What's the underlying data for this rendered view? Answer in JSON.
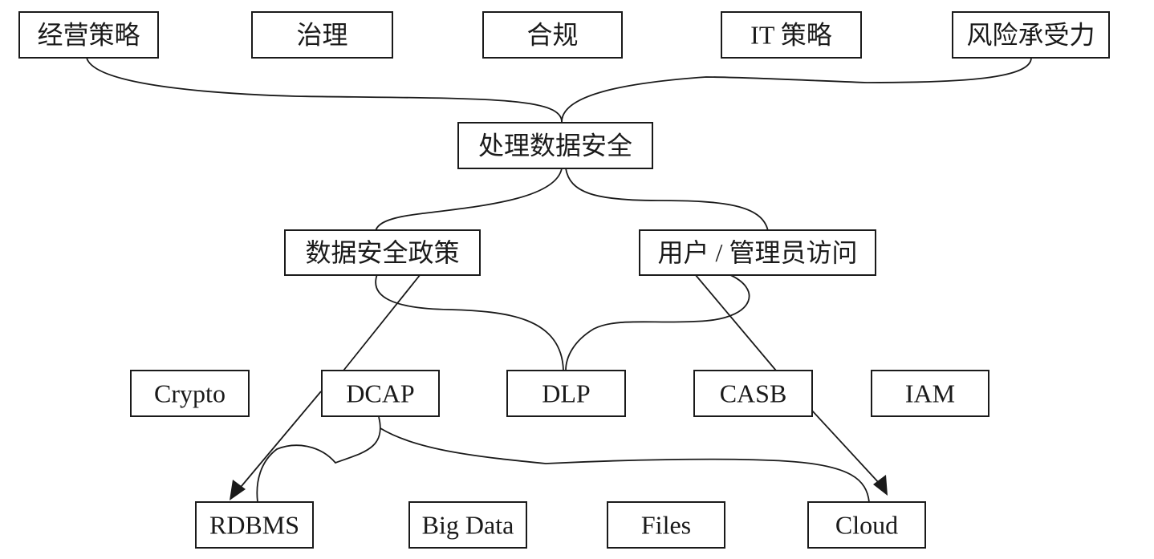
{
  "nodes": {
    "business_strategy": "经营策略",
    "governance": "治理",
    "compliance": "合规",
    "it_strategy": "IT 策略",
    "risk_tolerance": "风险承受力",
    "handle_data_security": "处理数据安全",
    "data_security_policy": "数据安全政策",
    "user_admin_access": "用户 / 管理员访问",
    "crypto": "Crypto",
    "dcap": "DCAP",
    "dlp": "DLP",
    "casb": "CASB",
    "iam": "IAM",
    "rdbms": "RDBMS",
    "big_data": "Big Data",
    "files": "Files",
    "cloud": "Cloud"
  },
  "colors": {
    "stroke": "#1a1a1a",
    "fill": "#ffffff"
  }
}
